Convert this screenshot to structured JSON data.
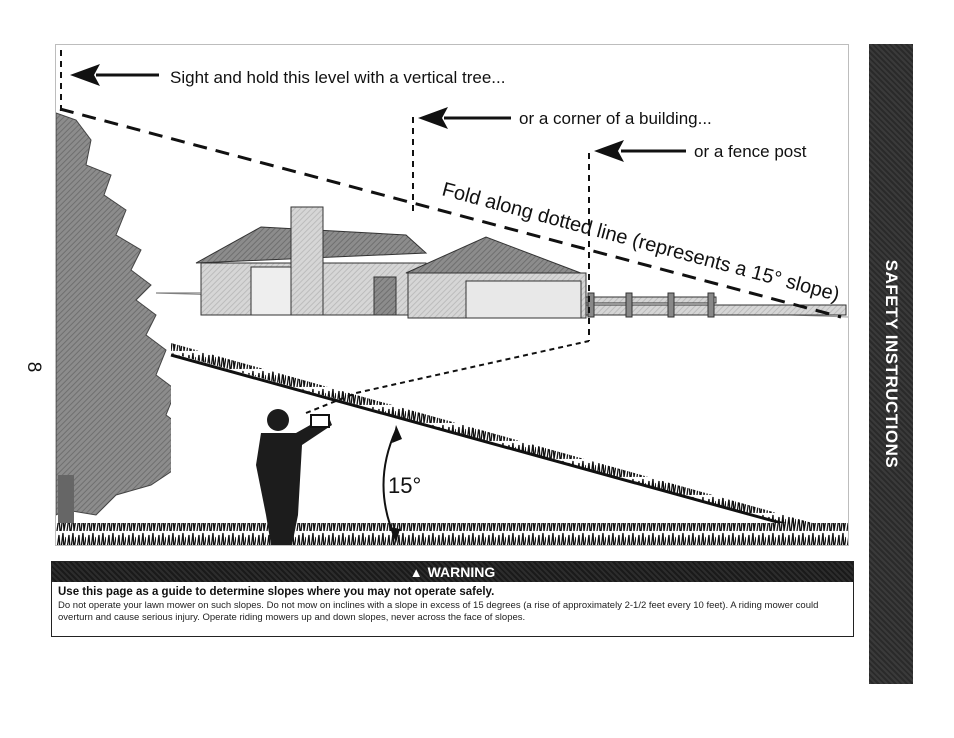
{
  "page": {
    "number": "8"
  },
  "side_tab": {
    "label": "SAFETY INSTRUCTIONS"
  },
  "illustration": {
    "callout_tree": "Sight and hold this level with a vertical tree...",
    "callout_building": "or a corner of a building...",
    "callout_fence": "or a fence post",
    "fold_line": "Fold along dotted line (represents a 15° slope)",
    "angle_label": "15°"
  },
  "warning": {
    "title": "WARNING",
    "icon": "warning-triangle-icon",
    "lead": "Use this page as a guide to determine slopes where you may not operate safely.",
    "body": "Do not operate your lawn mower on such slopes. Do not mow on inclines with a slope in excess of 15 degrees (a rise of approximately 2-1/2 feet every 10 feet).  A riding mower could overturn and cause serious injury. Operate riding mowers up and down slopes, never across the face of slopes."
  }
}
